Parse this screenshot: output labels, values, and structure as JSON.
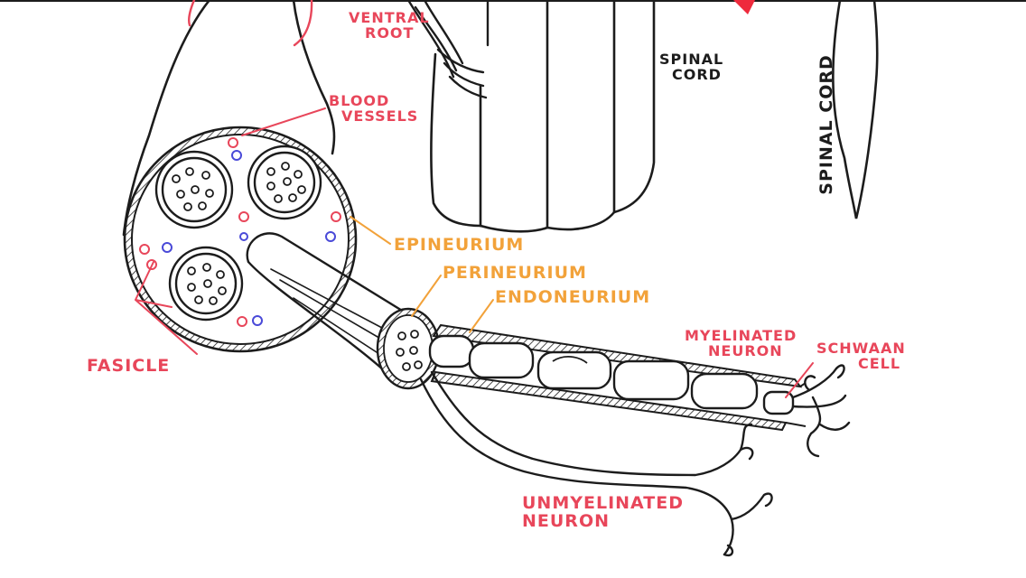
{
  "labels": {
    "ventral_root": [
      "VENTRAL",
      "ROOT"
    ],
    "spinal_cord_horizontal": [
      "SPINAL",
      "CORD"
    ],
    "spinal_cord_vertical": "SPINAL CORD",
    "blood_vessels": [
      "BLOOD",
      "VESSELS"
    ],
    "epineurium": "EPINEURIUM",
    "perineurium": "PERINEURIUM",
    "endoneurium": "ENDONEURIUM",
    "myelinated_neuron": [
      "MYELINATED",
      "NEURON"
    ],
    "schwann_cell": [
      "SCHWAAN",
      "CELL"
    ],
    "fascicle": "FASICLE",
    "unmyelinated_neuron": [
      "UNMYELINATED",
      "NEURON"
    ]
  },
  "colors": {
    "ink": "#1c1c1c",
    "red_label": "#e8465a",
    "orange_label": "#f2a23a",
    "blue_vessel": "#4a4ad8",
    "red_vessel": "#e8465a",
    "accent_red": "#ee2a3c"
  }
}
